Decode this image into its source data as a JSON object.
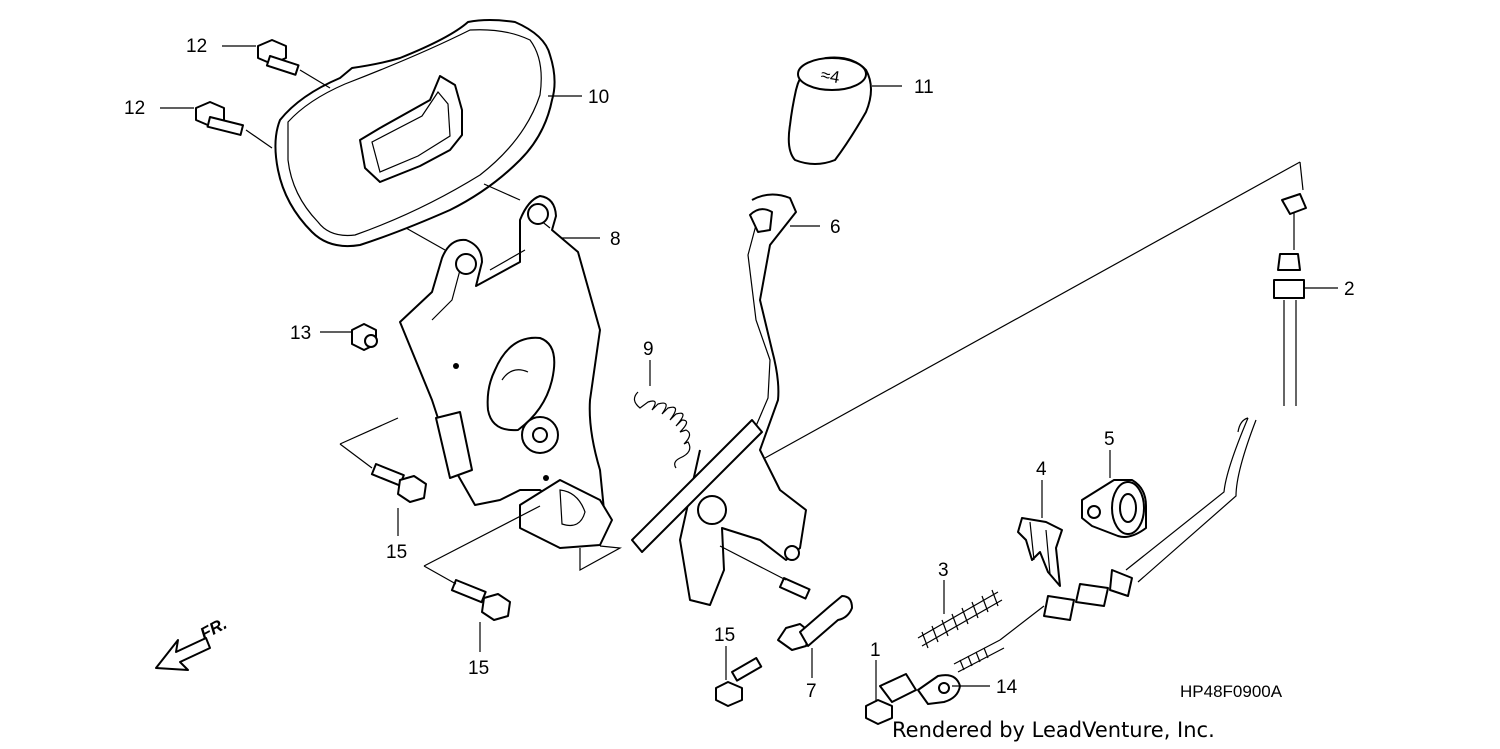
{
  "diagram": {
    "drawing_code": "HP48F0900A",
    "credit": "Rendered by LeadVenture, Inc.",
    "direction_label": "FR.",
    "callouts": {
      "c1": "1",
      "c2": "2",
      "c3": "3",
      "c4": "4",
      "c5": "5",
      "c6": "6",
      "c7": "7",
      "c8": "8",
      "c9": "9",
      "c10": "10",
      "c11": "11",
      "c12a": "12",
      "c12b": "12",
      "c13": "13",
      "c14": "14",
      "c15a": "15",
      "c15b": "15",
      "c15c": "15"
    },
    "parts": [
      {
        "ref": "1",
        "icon": "pin-icon"
      },
      {
        "ref": "2",
        "icon": "control-cable-icon"
      },
      {
        "ref": "3",
        "icon": "coil-spring-icon"
      },
      {
        "ref": "4",
        "icon": "clip-icon"
      },
      {
        "ref": "5",
        "icon": "cable-holder-icon"
      },
      {
        "ref": "6",
        "icon": "shift-lever-icon"
      },
      {
        "ref": "7",
        "icon": "joint-rod-icon"
      },
      {
        "ref": "8",
        "icon": "lever-plate-icon"
      },
      {
        "ref": "9",
        "icon": "tension-spring-icon"
      },
      {
        "ref": "10",
        "icon": "lever-cover-icon"
      },
      {
        "ref": "11",
        "icon": "knob-icon"
      },
      {
        "ref": "12",
        "icon": "bolt-icon"
      },
      {
        "ref": "13",
        "icon": "flange-nut-icon"
      },
      {
        "ref": "14",
        "icon": "cable-end-icon"
      },
      {
        "ref": "15",
        "icon": "flange-bolt-icon"
      }
    ]
  }
}
